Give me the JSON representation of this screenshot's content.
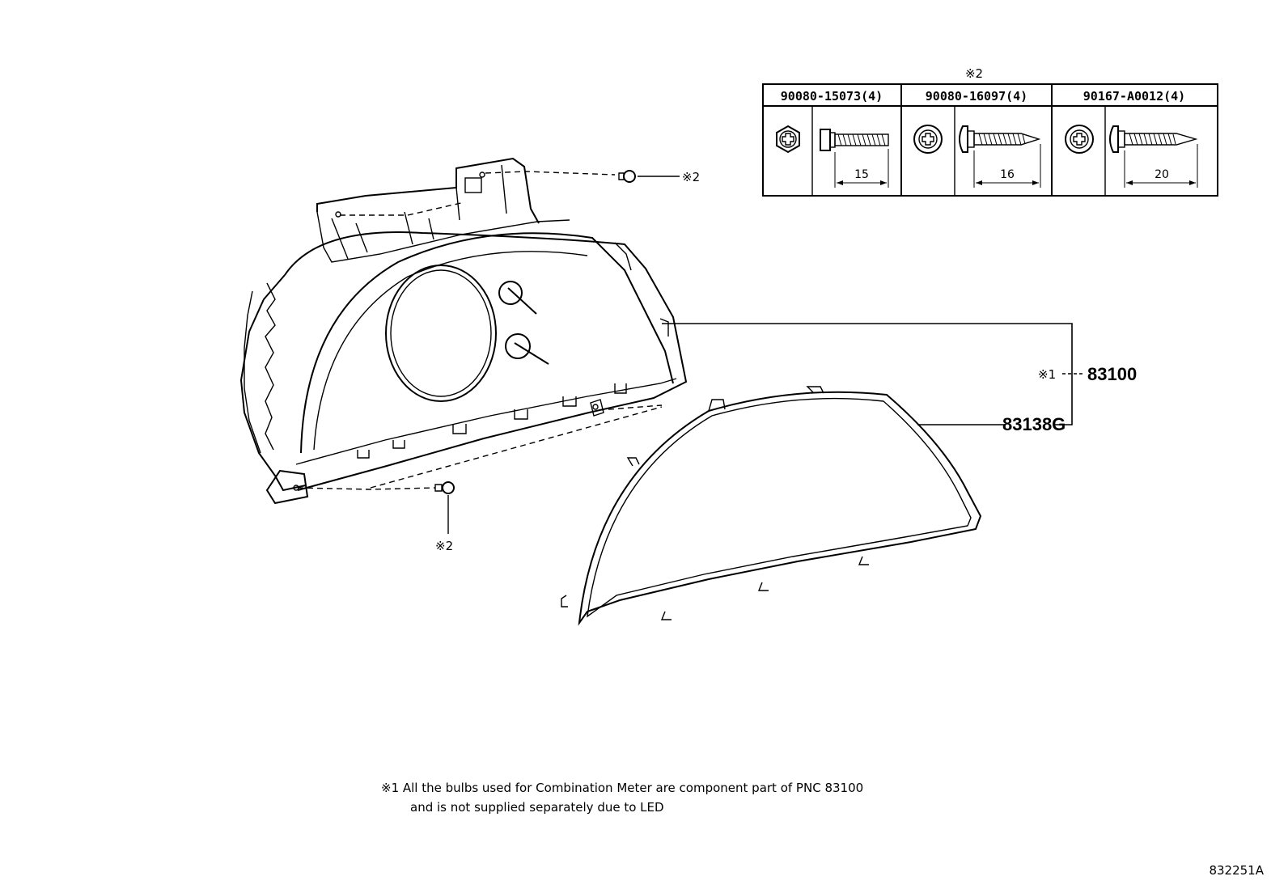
{
  "fastener_table": {
    "note_mark": "※2",
    "columns": [
      {
        "part_number": "90080-15073(4)",
        "head_type": "hex-head-bolt",
        "length": "15"
      },
      {
        "part_number": "90080-16097(4)",
        "head_type": "pan-head-tapping-screw",
        "length": "16"
      },
      {
        "part_number": "90167-A0012(4)",
        "head_type": "pan-head-tapping-screw",
        "length": "20"
      }
    ]
  },
  "callouts": {
    "screw_top": "※2",
    "screw_bottom": "※2",
    "note1_mark": "※1",
    "part_meter": "83100",
    "part_glass": "83138G"
  },
  "footnote": {
    "line1": "※1 All the bulbs used for Combination Meter are component part of PNC 83100",
    "line2": "and is not supplied separately due to LED"
  },
  "diagram_id": "832251A"
}
